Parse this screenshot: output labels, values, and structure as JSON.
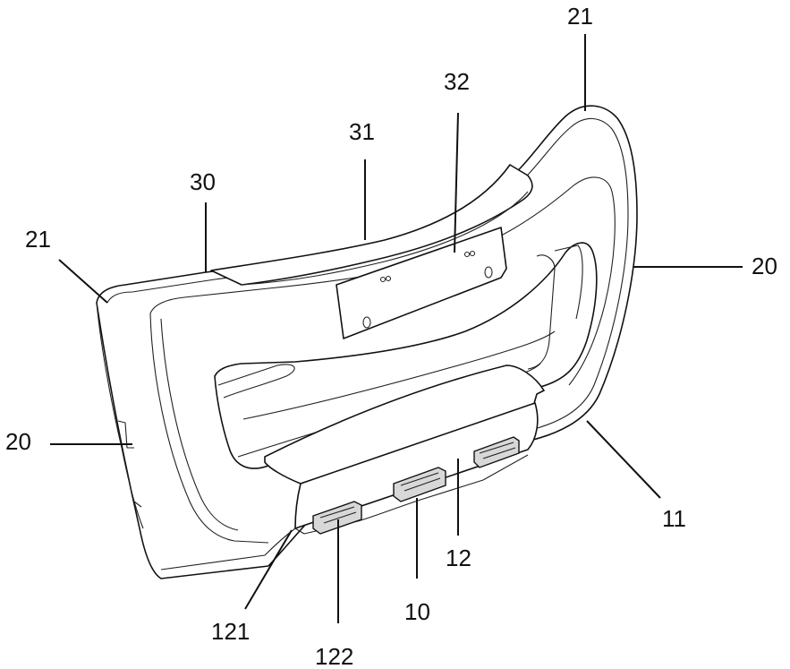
{
  "labels": {
    "l21_top": "21",
    "l32": "32",
    "l31": "31",
    "l30": "30",
    "l21_left": "21",
    "l20_right": "20",
    "l20_left": "20",
    "l11": "11",
    "l12": "12",
    "l10": "10",
    "l121": "121",
    "l122": "122"
  }
}
